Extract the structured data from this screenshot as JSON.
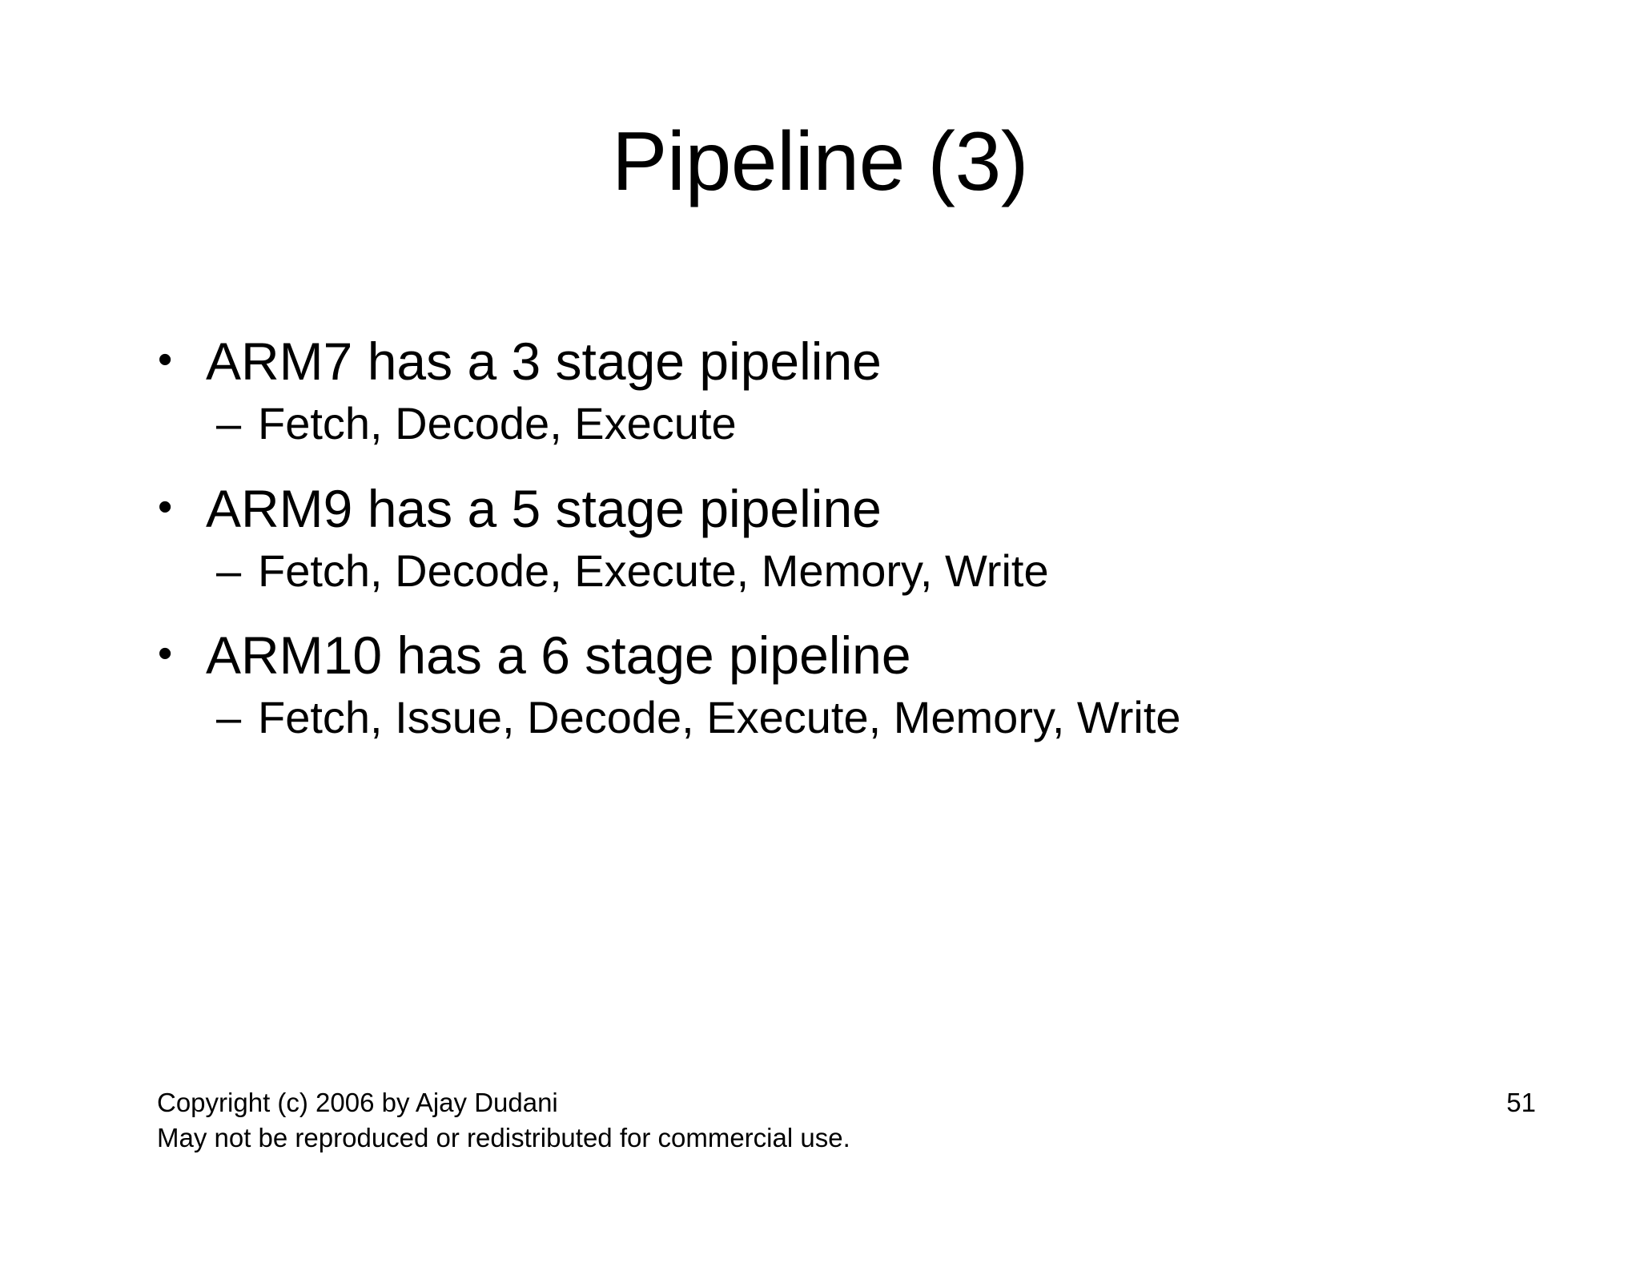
{
  "slide": {
    "title": "Pipeline (3)",
    "page_number": "51",
    "bullet_marker": "•",
    "dash_marker": "–",
    "background_color": "#ffffff",
    "text_color": "#000000"
  },
  "body": {
    "groups": [
      {
        "main": "ARM7 has a 3 stage pipeline",
        "sub": "Fetch, Decode, Execute"
      },
      {
        "main": "ARM9 has a 5 stage pipeline",
        "sub": "Fetch, Decode, Execute, Memory, Write"
      },
      {
        "main": "ARM10 has a 6 stage pipeline",
        "sub": "Fetch, Issue, Decode, Execute, Memory, Write"
      }
    ]
  },
  "footer": {
    "line1": "Copyright (c) 2006 by Ajay Dudani",
    "line2": "May not be reproduced or redistributed for commercial use."
  }
}
